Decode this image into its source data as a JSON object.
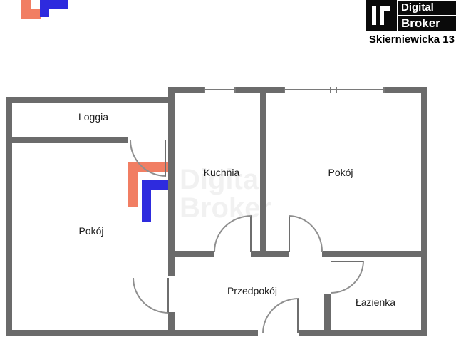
{
  "branding": {
    "logo": {
      "line1": "Digital",
      "line2": "Broker"
    },
    "address": "Skierniewicka 13"
  },
  "watermark": {
    "line1": "Digital",
    "line2": "Broker"
  },
  "colors": {
    "wall": "#6B6B6B",
    "accent_orange": "#F17E63",
    "accent_blue": "#2E2BDE",
    "logo_black": "#0A0A0A"
  },
  "floorplan": {
    "rooms": {
      "loggia": "Loggia",
      "kuchnia": "Kuchnia",
      "pokoj_right": "Pokój",
      "pokoj_left": "Pokój",
      "przedpokoj": "Przedpokój",
      "lazienka": "Łazienka"
    }
  }
}
